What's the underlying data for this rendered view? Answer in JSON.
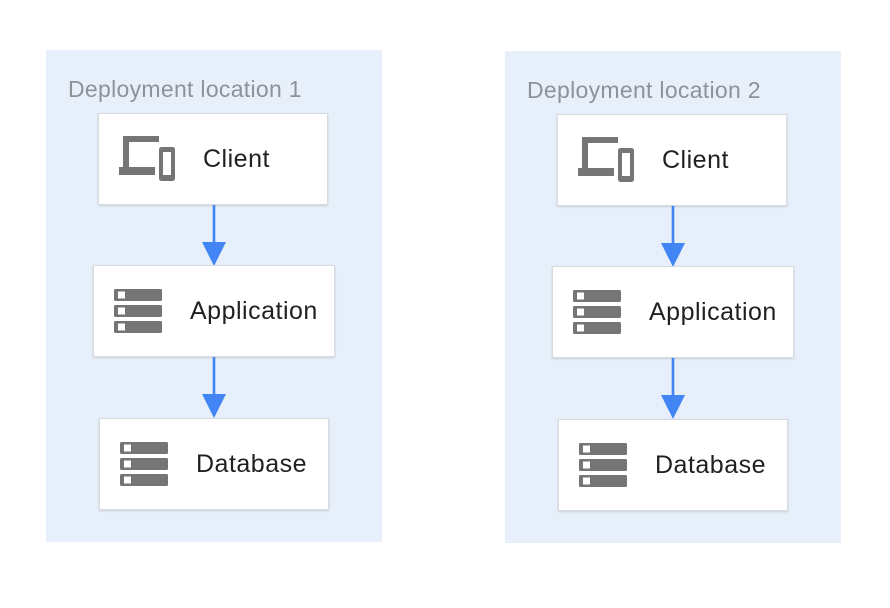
{
  "diagram": {
    "locations": [
      {
        "title": "Deployment location 1",
        "nodes": [
          {
            "label": "Client",
            "icon": "client-devices"
          },
          {
            "label": "Application",
            "icon": "server-stack"
          },
          {
            "label": "Database",
            "icon": "server-stack"
          }
        ],
        "connections": [
          {
            "from": "Client",
            "to": "Application"
          },
          {
            "from": "Application",
            "to": "Database"
          }
        ]
      },
      {
        "title": "Deployment location 2",
        "nodes": [
          {
            "label": "Client",
            "icon": "client-devices"
          },
          {
            "label": "Application",
            "icon": "server-stack"
          },
          {
            "label": "Database",
            "icon": "server-stack"
          }
        ],
        "connections": [
          {
            "from": "Client",
            "to": "Application"
          },
          {
            "from": "Application",
            "to": "Database"
          }
        ]
      }
    ],
    "colors": {
      "location_bg": "#e7f0fa",
      "arrow_blue": "#4285f4",
      "icon_gray": "#757575",
      "node_border": "#d8dbde",
      "title_text": "#8d9298",
      "node_text": "#202124"
    }
  }
}
